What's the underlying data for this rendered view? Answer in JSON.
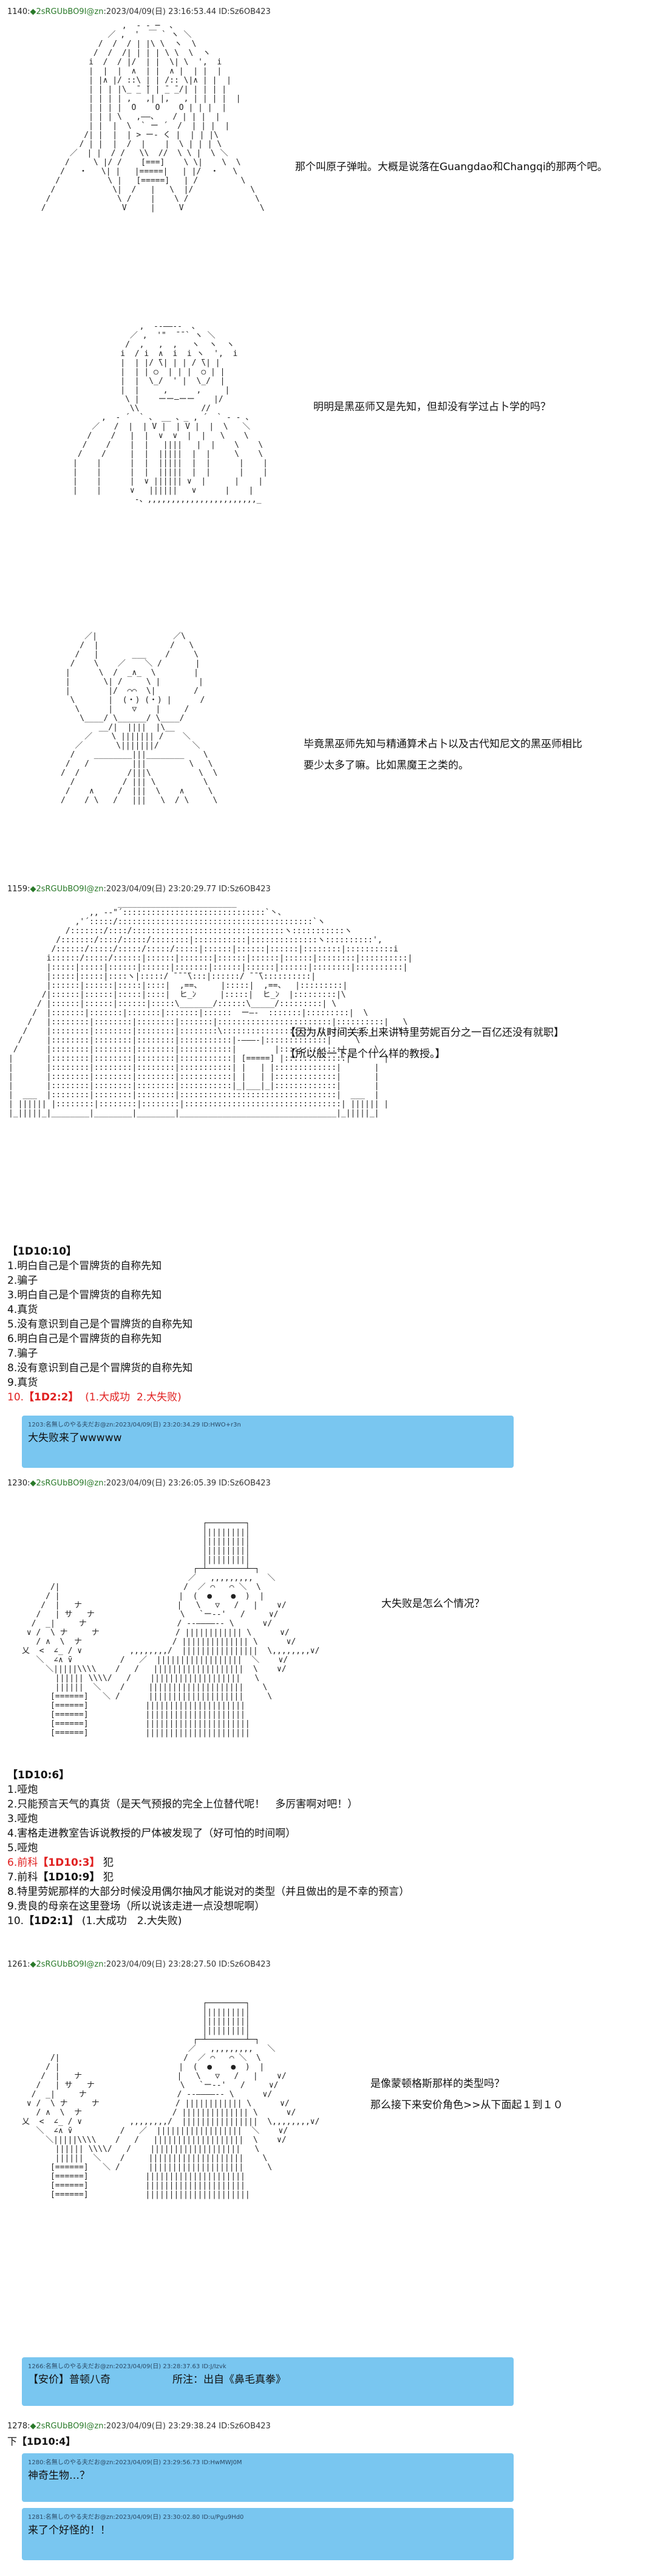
{
  "posts": [
    {
      "num": "1140:",
      "name": "◆2sRGUbBO9I@zn",
      "trip": "",
      "meta": ":2023/04/09(日) 23:16:53.44 ID:Sz6OB423"
    },
    {
      "num": "1159:",
      "name": "◆2sRGUbBO9I@zn",
      "trip": "",
      "meta": ":2023/04/09(日) 23:20:29.77 ID:Sz6OB423"
    },
    {
      "num": "1230:",
      "name": "◆2sRGUbBO9I@zn",
      "trip": "",
      "meta": ":2023/04/09(日) 23:26:05.39 ID:Sz6OB423"
    },
    {
      "num": "1261:",
      "name": "◆2sRGUbBO9I@zn",
      "trip": "",
      "meta": ":2023/04/09(日) 23:28:27.50 ID:Sz6OB423"
    },
    {
      "num": "1278:",
      "name": "◆2sRGUbBO9I@zn",
      "trip": "",
      "meta": ":2023/04/09(日) 23:29:38.24 ID:Sz6OB423"
    }
  ],
  "speech": {
    "s1": "那个叫原子弹啦。大概是说落在Guangdao和Changqi的那两个吧。",
    "s2": "明明是黑巫师又是先知，但却没有学过占卜学的吗？",
    "s3a": "毕竟黑巫师先知与精通算术占卜以及古代知尼文的黑巫师相比",
    "s3b": "要少太多了嘛。比如黑魔王之类的。",
    "s4a": "【因为从时间关系上来讲特里劳妮百分之一百亿还没有就职】",
    "s4b": "【所以般一下是个什么样的教授。】",
    "s5": "大失败是怎么个情况？",
    "s6a": "是像蒙顿格斯那样的类型吗？",
    "s6b": "那么接下来安价角色>>从下面起１到１０"
  },
  "list1": {
    "header": "【1D10:10】",
    "items": [
      "1.明白自己是个冒牌货的自称先知",
      "2.骗子",
      "3.明白自己是个冒牌货的自称先知",
      "4.真货",
      "5.没有意识到自己是个冒牌货的自称先知",
      "6.明白自己是个冒牌货的自称先知",
      "7.骗子",
      "8.没有意识到自己是个冒牌货的自称先知",
      "9.真货"
    ],
    "last_num": "10.",
    "last_roll": "【1D2:2】",
    "last_opt1": "(1.大成功",
    "last_opt2": "2.大失败)"
  },
  "reply1": {
    "meta": "1203:名無しのやる夫だお@zn:2023/04/09(日) 23:20:34.29 ID:HWO+r3n",
    "text": "大失败来了wwwww"
  },
  "list2": {
    "header": "【1D10:6】",
    "items": [
      "1.哑炮",
      "2.只能预言天气的真货（是天气预报的完全上位替代呢！　多厉害啊对吧！）",
      "3.哑炮",
      "4.害格走进教室告诉说教授的尸体被发现了（好可怕的时间啊）",
      "5.哑炮"
    ],
    "i6_text": "6.前科",
    "i6_roll": "【1D10:3】",
    "i6_tail": "犯",
    "i7_text": "7.前科",
    "i7_roll": "【1D10:9】",
    "i7_tail": "犯",
    "items_b": [
      "8.特里劳妮那样的大部分时候没用偶尔抽风才能说对的类型（并且做出的是不幸的预言）",
      "9.贵良的母亲在这里登场（所以说该走进一点没想呢啊）"
    ],
    "last_num": "10.",
    "last_roll": "【1D2:1】",
    "last_opt": "(1.大成功　2.大失败)"
  },
  "reply2": {
    "meta": "1266:名無しのやる夫だお@zn:2023/04/09(日) 23:28:37.63 ID:J/Izvk",
    "text": "【安价】普顿八奇　　　　　　所注：出自《鼻毛真拳》"
  },
  "roll_line": {
    "prefix": "下",
    "roll": "【1D10:4】"
  },
  "reply3": {
    "meta": "1280:名無しのやる夫だお@zn:2023/04/09(日) 23:29:56.73 ID:HwMWJ0M",
    "text": "神奇生物…？"
  },
  "reply4": {
    "meta": "1281:名無しのやる夫だお@zn:2023/04/09(日) 23:30:02.80 ID:u/Pgu9Hd0",
    "text": "来了个好怪的！！"
  }
}
